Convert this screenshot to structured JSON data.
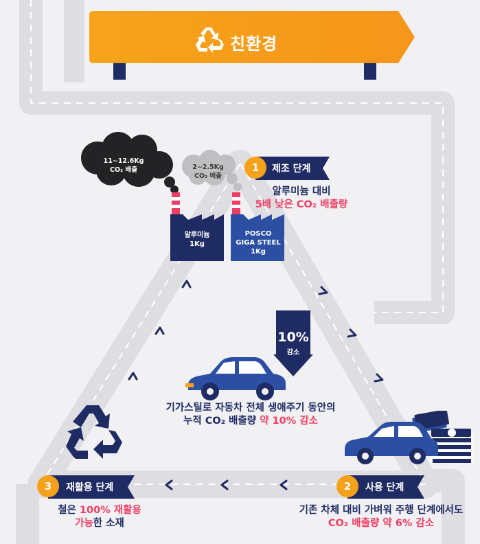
{
  "banner": {
    "title": "친환경",
    "icon": "recycle-icon",
    "color": "#f6a11a"
  },
  "clouds": {
    "aluminum": {
      "line1": "11~12.6Kg",
      "line2": "CO₂ 배출"
    },
    "posco": {
      "line1": "2~2.5Kg",
      "line2": "CO₂ 배출"
    }
  },
  "factories": {
    "aluminum": {
      "line1": "알루미늄",
      "line2": "1Kg"
    },
    "posco": {
      "line1": "POSCO",
      "line2": "GIGA STEEL",
      "line3": "1Kg"
    }
  },
  "stages": [
    {
      "number": "1",
      "label": "제조 단계",
      "desc_line1": "알루미늄 대비",
      "desc_line2": "5배 낮은 CO₂ 배출량"
    },
    {
      "number": "2",
      "label": "사용 단계",
      "desc_line1": "기존 차체 대비 가벼워 주행 단계에서도",
      "desc_line2": "CO₂ 배출량 약 6% 감소"
    },
    {
      "number": "3",
      "label": "재활용 단계",
      "desc_pre": "철은 ",
      "desc_highlight1": "100% 재활용",
      "desc_highlight2": "가능",
      "desc_post": "한 소재"
    }
  ],
  "reduction": {
    "value": "10%",
    "label": "감소"
  },
  "lifecycle": {
    "line1": "기가스틸로 자동차 전체 생애주기 동안의",
    "line2_pre": "누적 CO₂ 배출량 ",
    "line2_highlight": "약 10% 감소"
  },
  "colors": {
    "navy": "#1f2b63",
    "blue": "#2c4fa3",
    "orange": "#f6a11a",
    "pink": "#ef3e63",
    "road": "#dedee2"
  }
}
